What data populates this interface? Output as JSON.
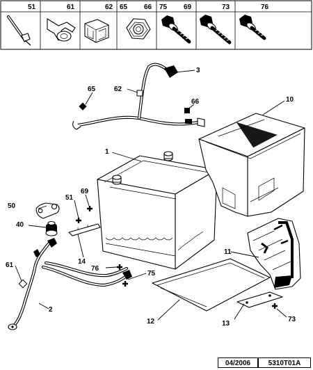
{
  "parts_strip": [
    "51",
    "61",
    "62",
    "65",
    "66",
    "75",
    "69",
    "73",
    "76"
  ],
  "callouts": {
    "c3": "3",
    "c65": "65",
    "c62": "62",
    "c66": "66",
    "c10": "10",
    "c1": "1",
    "c51": "51",
    "c69": "69",
    "c50": "50",
    "c40": "40",
    "c14": "14",
    "c61": "61",
    "c76": "76",
    "c75": "75",
    "c11": "11",
    "c2": "2",
    "c12": "12",
    "c13": "13",
    "c73": "73"
  },
  "footer": {
    "date": "04/2006",
    "ref": "5310T01A"
  }
}
